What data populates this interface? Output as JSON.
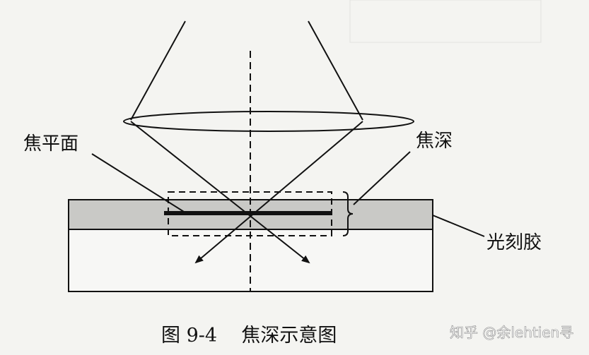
{
  "labels": {
    "focal_plane": "焦平面",
    "depth_of_focus": "焦深",
    "photoresist": "光刻胶"
  },
  "caption": "图 9-4    焦深示意图",
  "watermark": "知乎 @余lehtien寻",
  "colors": {
    "background": "#f4f4f1",
    "line": "#111111",
    "photoresist_fill": "#c9c9c6",
    "substrate_fill": "#f7f7f5"
  }
}
